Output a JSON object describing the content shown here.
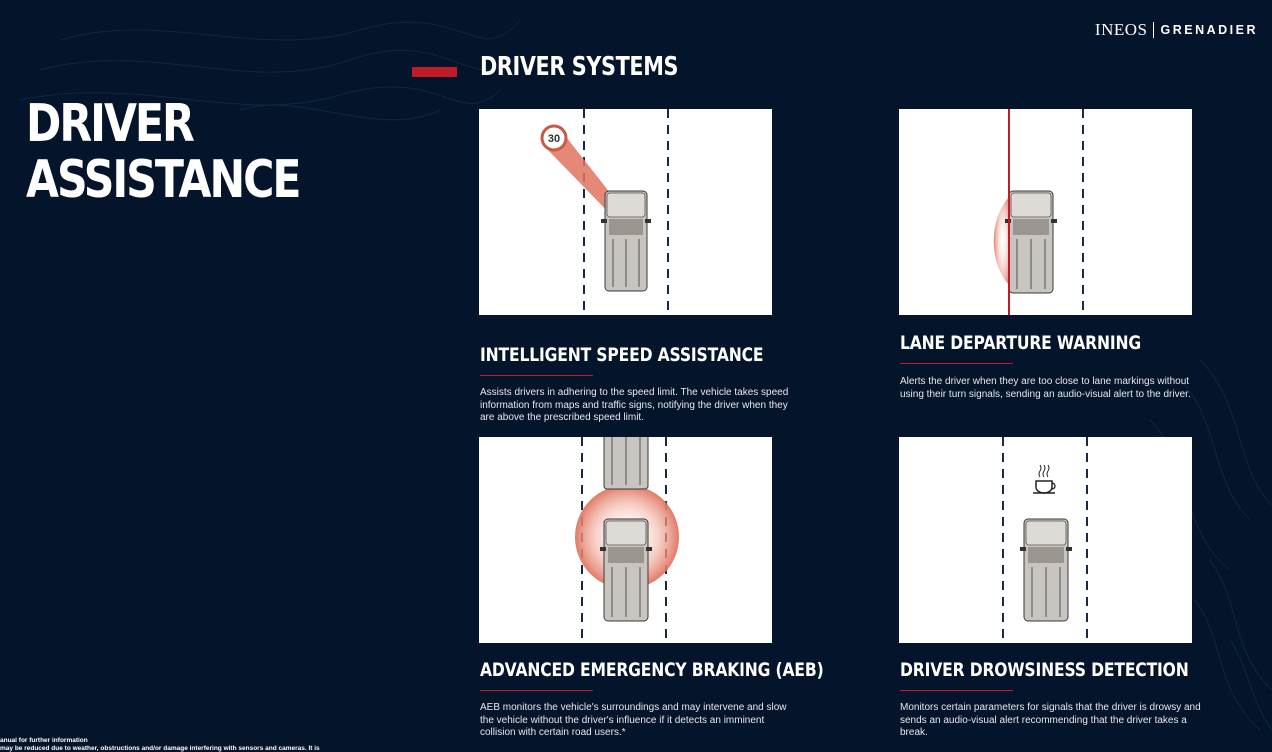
{
  "brand": {
    "left": "INEOS",
    "right": "GRENADIER"
  },
  "page_title": {
    "line1": "DRIVER",
    "line2": "ASSISTANCE"
  },
  "section_title": "DRIVER SYSTEMS",
  "features": [
    {
      "title": "INTELLIGENT SPEED ASSISTANCE",
      "description": "Assists drivers in adhering to the speed limit. The vehicle takes speed information from maps and traffic signs, notifying the driver when they are above the prescribed speed limit.",
      "sign_value": "30"
    },
    {
      "title": "LANE DEPARTURE WARNING",
      "description": "Alerts the driver when they are too close to lane markings without using their turn signals, sending an audio-visual alert to the driver."
    },
    {
      "title": "ADVANCED EMERGENCY BRAKING (AEB)",
      "description": "AEB monitors the vehicle's surroundings and may intervene and slow the vehicle without the driver's influence if it detects an imminent collision with certain road users.*"
    },
    {
      "title": "DRIVER DROWSINESS DETECTION",
      "description": "Monitors certain parameters for signals that the driver is drowsy and sends an audio-visual alert recommending that the driver takes a break."
    }
  ],
  "footnotes": [
    "anual for further information",
    "may be reduced due to weather, obstructions and/or damage interfering with sensors and cameras. It is"
  ],
  "colors": {
    "background": "#04142a",
    "accent": "#c01c28",
    "panel": "#ffffff",
    "halo": "#e0735f"
  }
}
